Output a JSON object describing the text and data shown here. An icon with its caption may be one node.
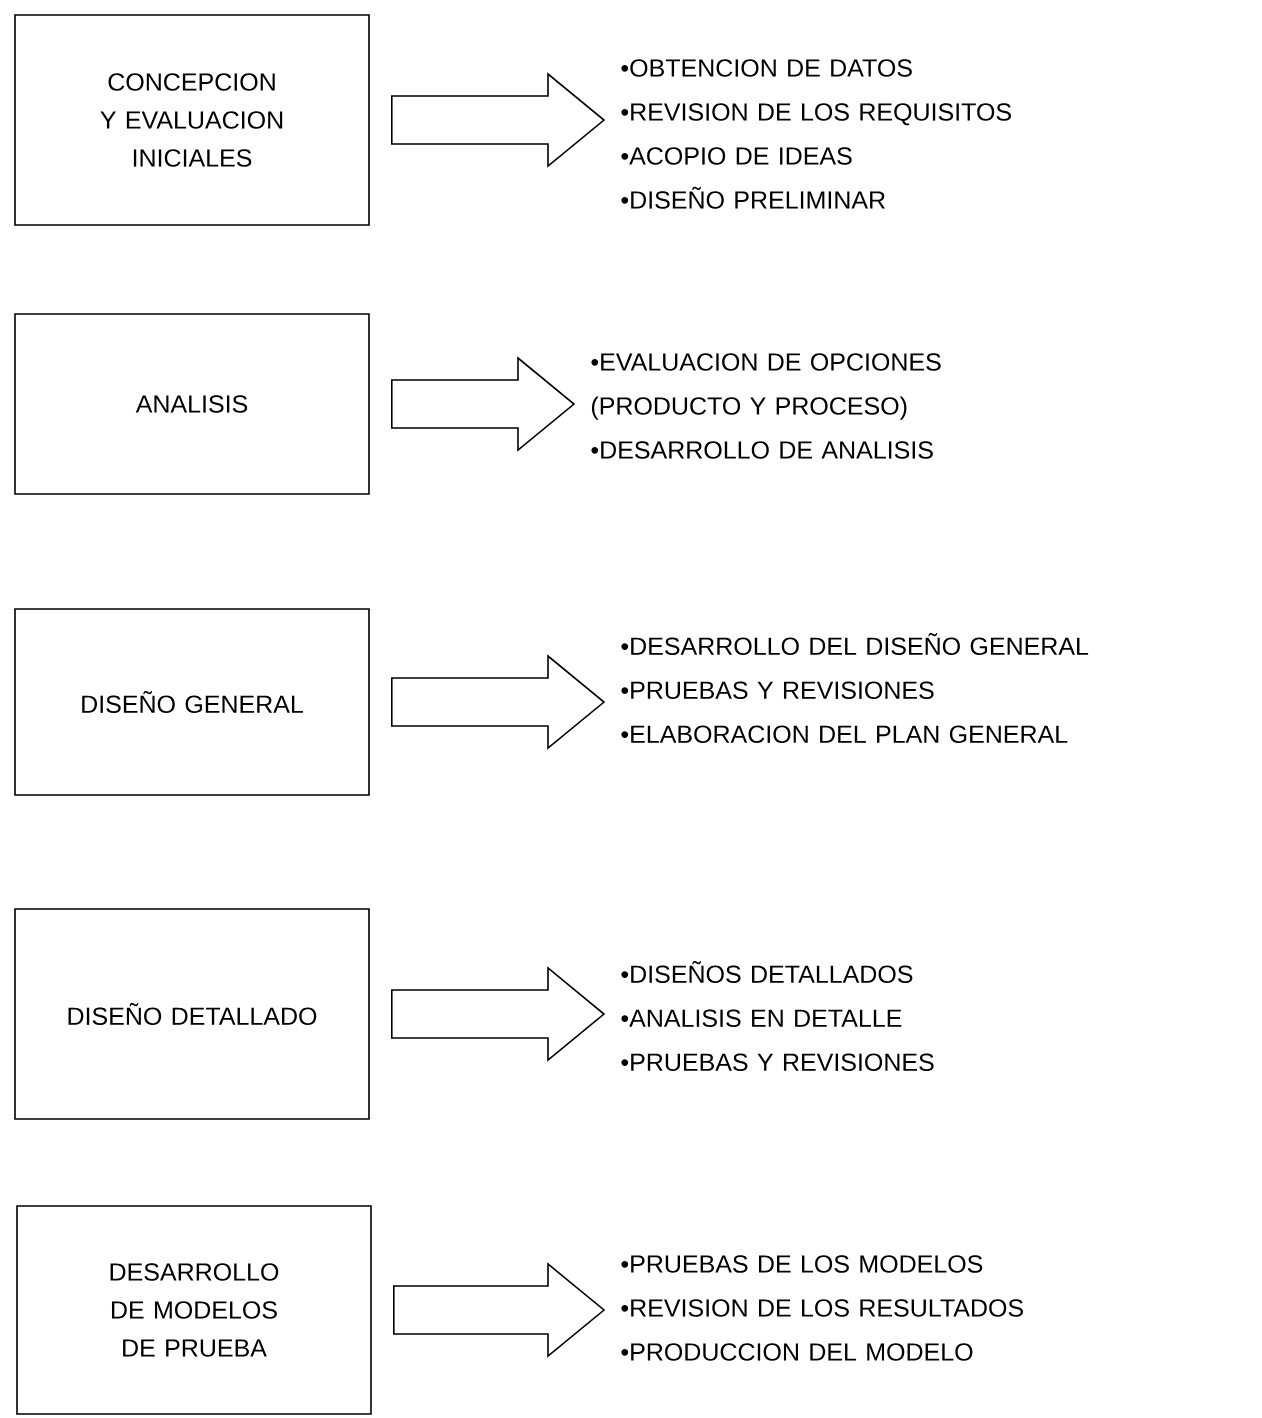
{
  "diagram": {
    "nodes": [
      {
        "text": [
          "CONCEPCION Y EVALUACION INICIALES"
        ]
      },
      {
        "text": [
          "•OBTENCION DE DATOS",
          "•REVISION DE LOS REQUISITOS",
          "•ACOPIO DE IDEAS",
          "•DISEÑO PRELIMINAR"
        ]
      },
      {
        "text": [
          "ANALISIS"
        ]
      },
      {
        "text": [
          "•EVALUACION DE OPCIONES (PRODUCTO Y PROCESO)",
          "•DESARROLLO DE ANALISIS"
        ]
      },
      {
        "text": [
          "DISEÑO GENERAL"
        ]
      },
      {
        "text": [
          "•DESARROLLO DEL DISEÑO GENERAL",
          "•PRUEBAS Y REVISIONES",
          "•ELABORACION DEL PLAN GENERAL"
        ]
      },
      {
        "text": [
          "DISEÑO DETALLADO"
        ]
      },
      {
        "text": [
          "•DISEÑOS DETALLADOS",
          "•ANALISIS EN DETALLE",
          "•PRUEBAS Y REVISIONES"
        ]
      },
      {
        "text": [
          "DESARROLLO DE MODELOS DE PRUEBA"
        ]
      },
      {
        "text": [
          "•PRUEBAS DE LOS MODELOS",
          "•REVISION DE LOS RESULTADOS",
          "•PRODUCCION DEL MODELO"
        ]
      }
    ],
    "edges": [
      {
        "from": 0,
        "to": 1,
        "arrow": "to"
      },
      {
        "from": 2,
        "to": 3,
        "arrow": "to"
      },
      {
        "from": 4,
        "to": 5,
        "arrow": "to"
      },
      {
        "from": 6,
        "to": 7,
        "arrow": "to"
      },
      {
        "from": 8,
        "to": 9,
        "arrow": "to"
      }
    ]
  }
}
